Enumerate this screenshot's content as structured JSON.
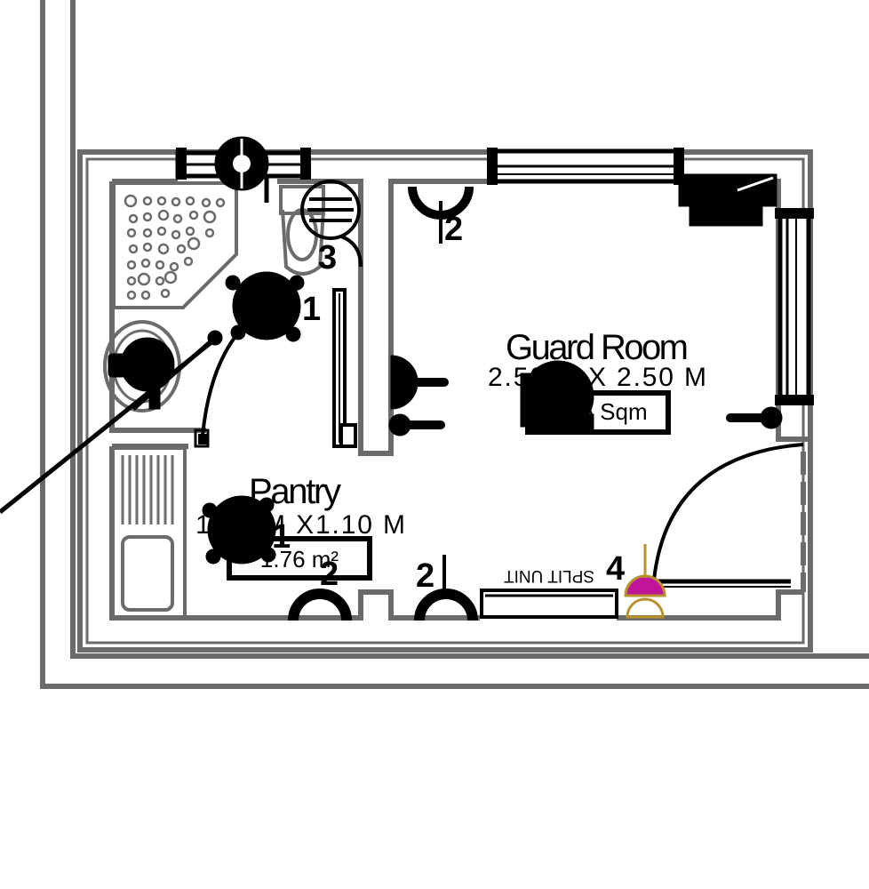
{
  "rooms": {
    "guard_room": {
      "name": "Guard Room",
      "dimension": "2.50 M X 2.50 M",
      "area": "6.25 Sqm"
    },
    "pantry": {
      "name": "Pantry",
      "dimension": "1.60 M X1.10 M",
      "area": "1.76 m²"
    }
  },
  "fixtures": {
    "split_unit_label": "SPLIT UNIT"
  },
  "tags": {
    "tag_1a": "1",
    "tag_1b": "1",
    "tag_2a": "2",
    "tag_2b": "2",
    "tag_2c": "2",
    "tag_3": "3",
    "tag_4": "4"
  },
  "colors": {
    "wall": "#6b6b6b",
    "ink": "#000000",
    "bell": "#c0149a",
    "bell_outline": "#b8912f"
  }
}
